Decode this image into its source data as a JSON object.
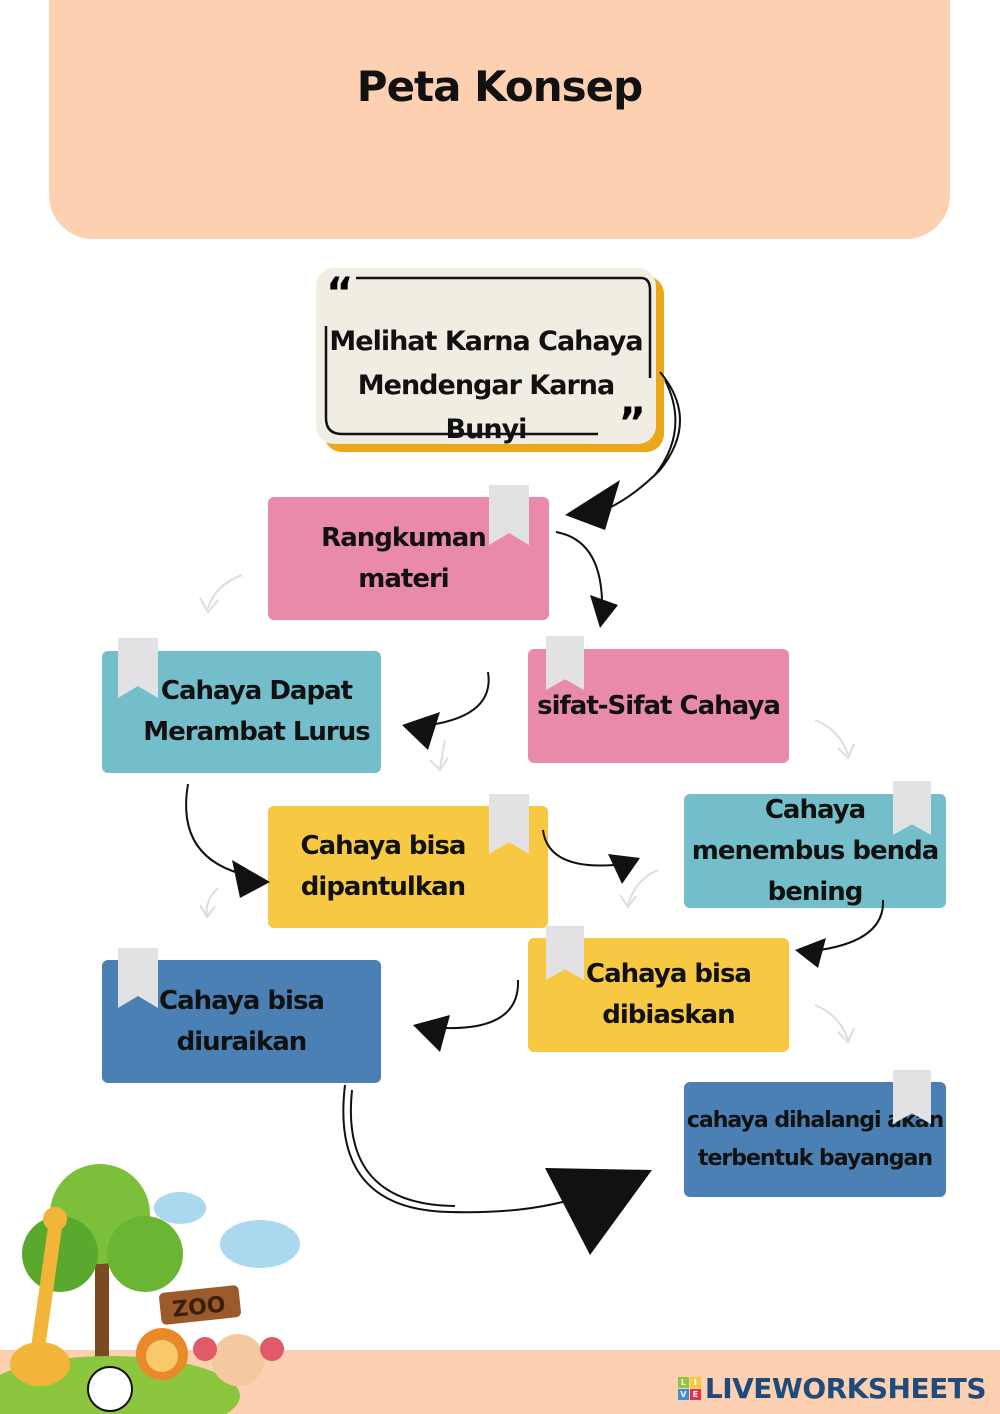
{
  "header": {
    "title": "Peta Konsep"
  },
  "quote": {
    "open_mark": "“",
    "close_mark": "”",
    "line1": "Melihat Karna Cahaya",
    "line2": "Mendengar Karna Bunyi"
  },
  "nodes": {
    "rangkuman": "Rangkuman materi",
    "sifat": "sifat-Sifat Cahaya",
    "lurus": "Cahaya Dapat Merambat Lurus",
    "dipantulkan": "Cahaya bisa dipantulkan",
    "menembus": "Cahaya menembus benda bening",
    "dibiaskan": "Cahaya bisa dibiaskan",
    "diuraikan": "Cahaya bisa diuraikan",
    "bayangan": "cahaya dihalangi akan terbentuk bayangan"
  },
  "illustration": {
    "sign": "ZOO"
  },
  "footer": {
    "brand": "LIVEWORKSHEETS",
    "logo_letters": [
      "L",
      "I",
      "V",
      "E"
    ]
  },
  "colors": {
    "header": "#fcd0b0",
    "pink": "#e98aab",
    "teal": "#74bdcb",
    "yellow": "#f7c842",
    "blue": "#4a80b3",
    "quote_bg": "#f1ede3",
    "quote_shadow": "#eaa71a",
    "brand": "#1e4a7c"
  }
}
